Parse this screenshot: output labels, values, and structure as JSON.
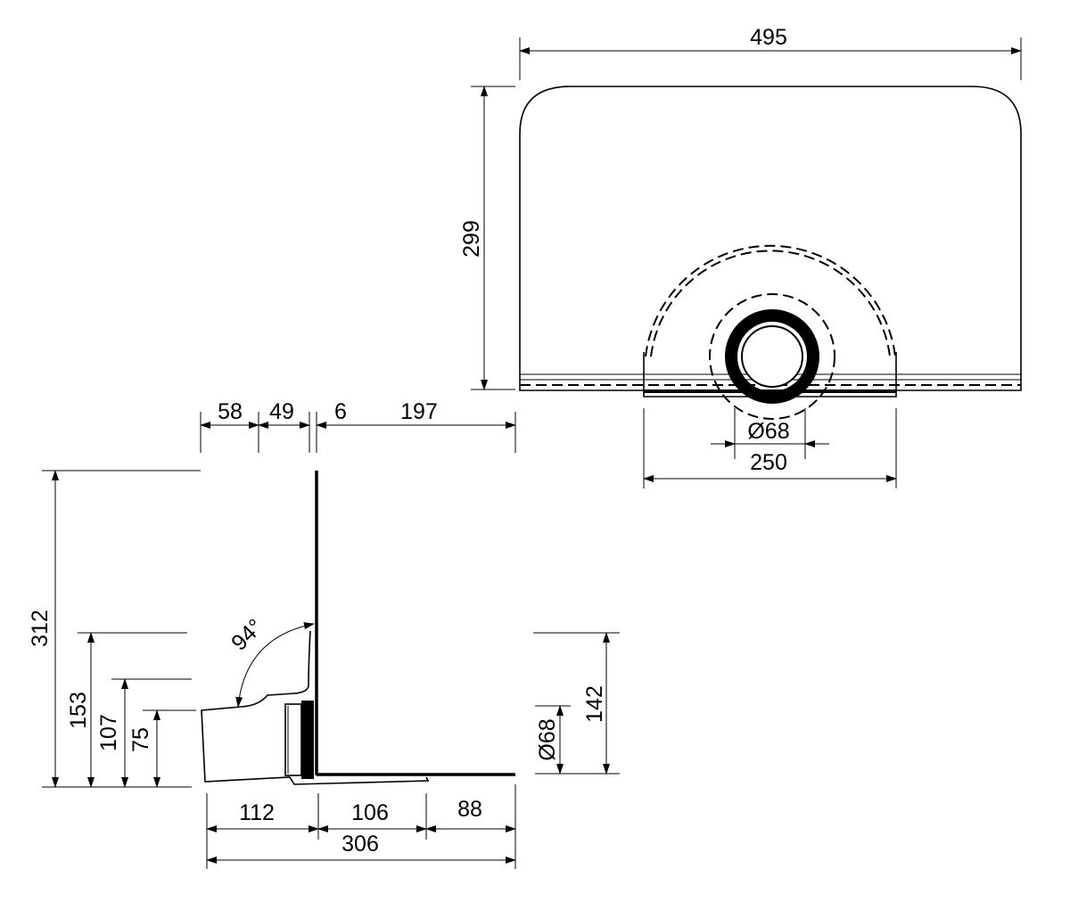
{
  "top_view": {
    "width_dim": "495",
    "height_dim": "299",
    "pipe_diameter_dim": "Ø68",
    "bracket_width_dim": "250"
  },
  "side_view": {
    "top_dims": [
      "58",
      "49",
      "6",
      "197"
    ],
    "left_dims": [
      "312",
      "153",
      "107",
      "75"
    ],
    "right_dims": [
      "142",
      "Ø68"
    ],
    "bottom_dims": [
      "112",
      "106",
      "88"
    ],
    "total_length_dim": "306",
    "angle": "94°"
  }
}
